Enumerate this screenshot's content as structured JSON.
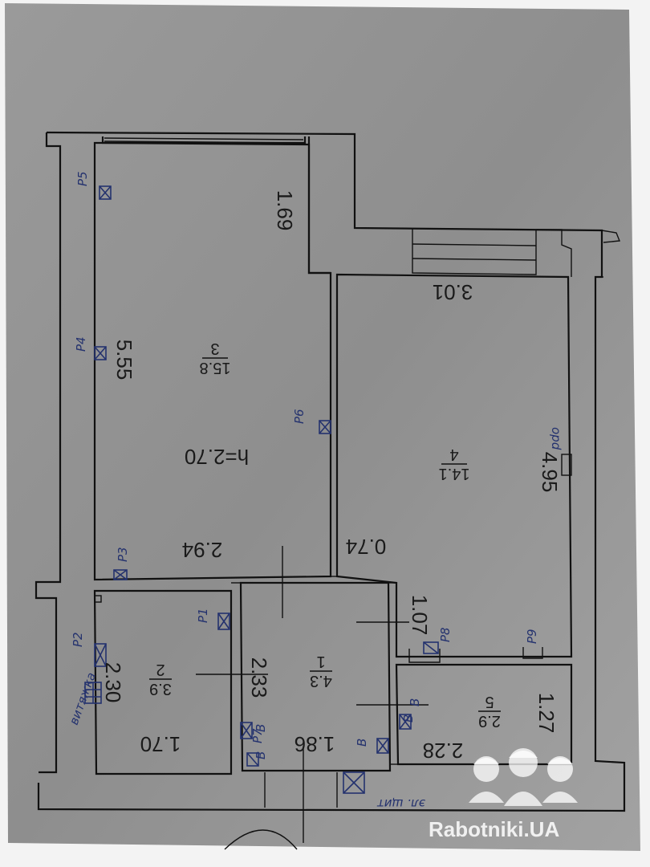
{
  "colors": {
    "paper": "#8f8f8f",
    "ink": "#111111",
    "pen": "#24326e",
    "watermark": "#ffffff"
  },
  "plan": {
    "ceiling_height": "h=2.70",
    "rooms": [
      {
        "number": "3",
        "area": "15.8"
      },
      {
        "number": "4",
        "area": "14.1"
      },
      {
        "number": "2",
        "area": "3.9"
      },
      {
        "number": "1",
        "area": "4.3"
      },
      {
        "number": "5",
        "area": "2.9"
      }
    ],
    "dimensions": {
      "d169": "1.69",
      "d555": "5.55",
      "d294": "2.94",
      "d301": "3.01",
      "d495": "4.95",
      "d074": "0.74",
      "d107": "1.07",
      "d230": "2.30",
      "d170": "1.70",
      "d233": "2.33",
      "d186": "1.86",
      "d228": "2.28",
      "d127": "1.27"
    },
    "annotations": {
      "r5": "P5",
      "r4": "P4",
      "r3": "P3",
      "r2": "P2",
      "r1": "P1",
      "r6": "P6",
      "r7": "P7",
      "r8": "P8",
      "r9": "P9",
      "b1": "B",
      "b2": "B",
      "b3": "B",
      "b4": "B",
      "b5": "B",
      "vytyazhka": "витяжка",
      "shchyt": "эл. щит",
      "opd": "opd"
    }
  },
  "watermark": {
    "text": "Rabotniki.UA",
    "logo": "builders-helmets-icon"
  }
}
